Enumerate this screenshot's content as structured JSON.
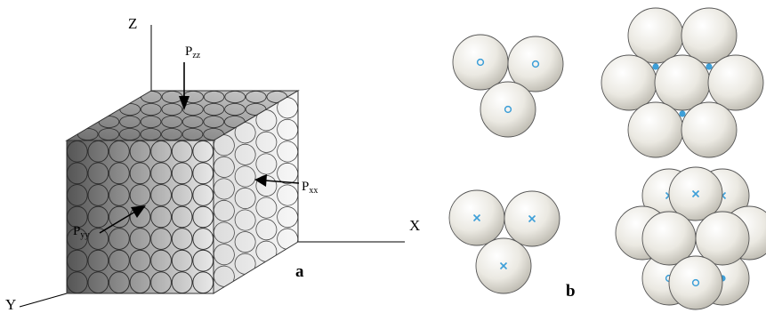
{
  "panel_a": {
    "label": "a",
    "axes": {
      "z": "Z",
      "x": "X",
      "y": "Y"
    },
    "forces": [
      {
        "main": "P",
        "sub": "zz"
      },
      {
        "main": "P",
        "sub": "xx"
      },
      {
        "main": "P",
        "sub": "yy"
      }
    ]
  },
  "panel_b": {
    "label": "b",
    "marker_color": "#3d9fd8",
    "sphere_color": "#eceae3"
  }
}
